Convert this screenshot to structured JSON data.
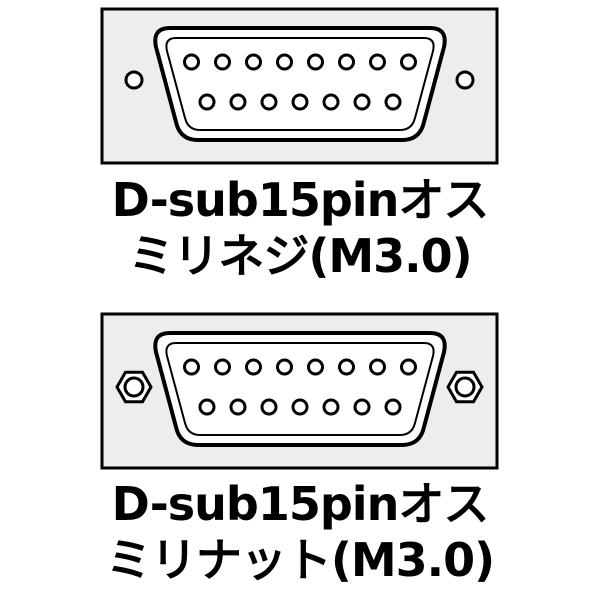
{
  "colors": {
    "background": "#ffffff",
    "frame_fill": "#ededed",
    "stroke": "#000000",
    "shell_fill": "#ffffff",
    "pin_fill": "#ffffff"
  },
  "connectors": [
    {
      "kind": "D-sub 15pin male",
      "fastener": "screw",
      "fastener_icon": "screw-hole-icon",
      "pins_top_row": 8,
      "pins_bottom_row": 7,
      "label_line1": "D-sub15pinオス",
      "label_line2": "ミリネジ(M3.0)"
    },
    {
      "kind": "D-sub 15pin male",
      "fastener": "nut",
      "fastener_icon": "hex-nut-icon",
      "pins_top_row": 8,
      "pins_bottom_row": 7,
      "label_line1": "D-sub15pinオス",
      "label_line2": "ミリナット(M3.0)"
    }
  ]
}
